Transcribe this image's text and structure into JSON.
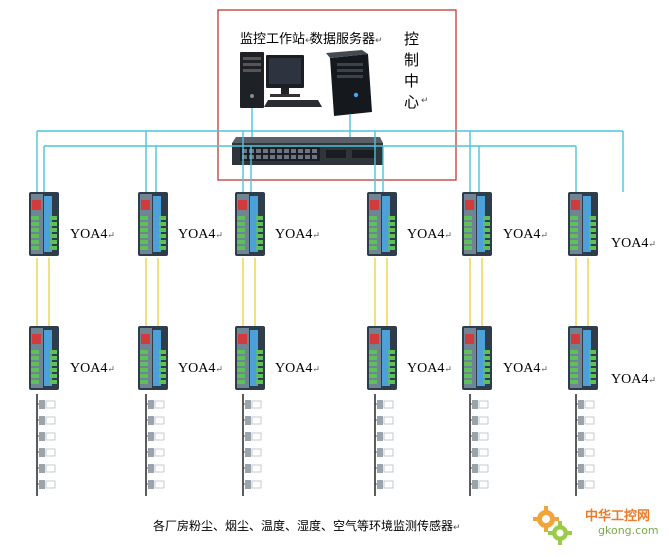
{
  "control_center": {
    "workstation_label": "监控工作站",
    "server_label": "数据服务器",
    "title_chars": [
      "控",
      "制",
      "中",
      "心"
    ],
    "border_color": "#c0393b"
  },
  "network": {
    "link_color": "#4fc3d8",
    "fiber_color": "#e8d44a"
  },
  "module_label": "YOA4",
  "enter_mark": "↵",
  "caption": "各厂房粉尘、烟尘、温度、湿度、空气等环境监测传感器",
  "watermark": {
    "cn": "中华工控网",
    "en": "gkong.com"
  }
}
